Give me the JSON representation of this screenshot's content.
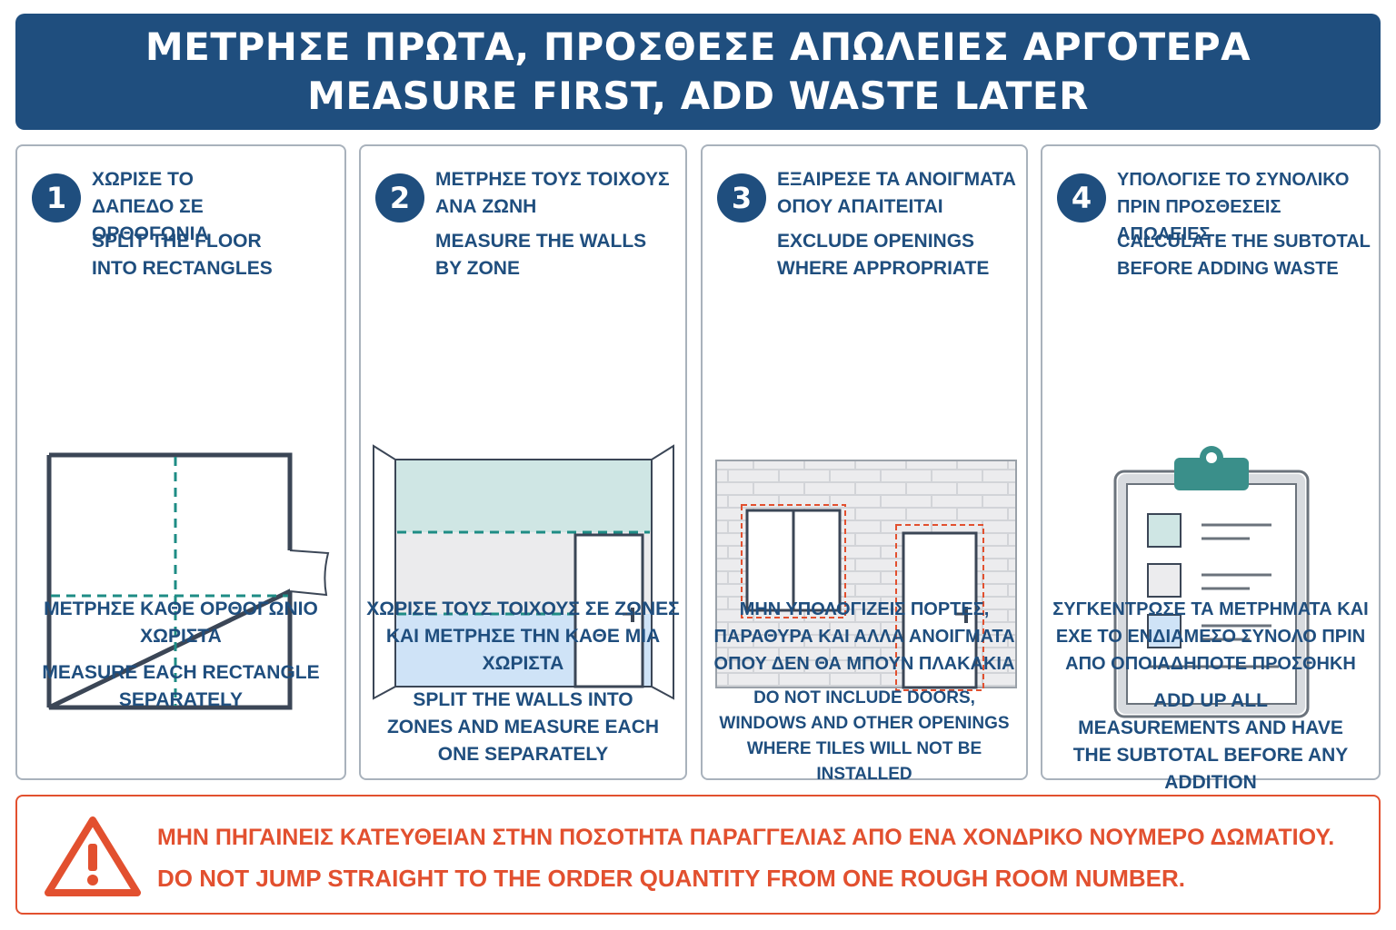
{
  "header": {
    "title_gr": "ΜΕΤΡΗΣΕ ΠΡΩΤΑ, ΠΡΟΣΘΕΣΕ ΑΠΩΛΕΙΕΣ ΑΡΓΟΤΕΡΑ",
    "title_en": "MEASURE FIRST, ADD WASTE LATER"
  },
  "steps": [
    {
      "number": "1",
      "title_gr": "ΧΩΡΙΣΕ ΤΟ ΔΑΠΕΔΟ ΣΕ ΟΡΘΟΓΩΝΙΑ",
      "title_en": "SPLIT THE FLOOR INTO RECTANGLES",
      "desc_gr": "ΜΕΤΡΗΣΕ ΚΑΘΕ ΟΡΘΟΓΩΝΙΟ ΧΩΡΙΣΤΑ",
      "desc_en": "MEASURE EACH RECTANGLE SEPARATELY"
    },
    {
      "number": "2",
      "title_gr": "ΜΕΤΡΗΣΕ ΤΟΥΣ ΤΟΙΧΟΥΣ ΑΝΑ ΖΩΝΗ",
      "title_en": "MEASURE THE WALLS BY ZONE",
      "desc_gr": "ΧΩΡΙΣΕ ΤΟΥΣ ΤΟΙΧΟΥΣ ΣΕ ΖΩΝΕΣ ΚΑΙ ΜΕΤΡΗΣΕ ΤΗΝ ΚΑΘΕ ΜΙΑ ΧΩΡΙΣΤΑ",
      "desc_en": "SPLIT THE WALLS INTO ZONES AND MEASURE EACH ONE SEPARATELY"
    },
    {
      "number": "3",
      "title_gr": "ΕΞΑΙΡΕΣΕ ΤΑ ΑΝΟΙΓΜΑΤΑ ΟΠΟΥ ΑΠΑΙΤΕΙΤΑΙ",
      "title_en": "EXCLUDE OPENINGS WHERE APPROPRIATE",
      "desc_gr": "ΜΗΝ ΥΠΟΛΟΓΙΖΕΙΣ ΠΟΡΤΕΣ, ΠΑΡΑΘΥΡΑ ΚΑΙ ΑΛΛΑ ΑΝΟΙΓΜΑΤΑ ΟΠΟΥ ΔΕΝ ΘΑ ΜΠΟΥΝ ΠΛΑΚΑΚΙΑ",
      "desc_en": "DO NOT INCLUDE DOORS, WINDOWS AND OTHER OPENINGS WHERE TILES WILL NOT BE INSTALLED"
    },
    {
      "number": "4",
      "title_gr": "ΥΠΟΛΟΓΙΣΕ ΤΟ ΣΥΝΟΛΙΚΟ ΠΡΙΝ ΠΡΟΣΘΕΣΕΙΣ ΑΠΩΛΕΙΕΣ",
      "title_en": "CALCULATE THE SUBTOTAL BEFORE ADDING WASTE",
      "desc_gr": "ΣΥΓΚΕΝΤΡΩΣΕ ΤΑ ΜΕΤΡΗΜΑΤΑ ΚΑΙ ΕΧΕ ΤΟ ΕΝΔΙΑΜΕΣΟ ΣΥΝΟΛΟ ΠΡΙΝ ΑΠΟ ΟΠΟΙΑΔΗΠΟΤΕ ΠΡΟΣΘΗΚΗ",
      "desc_en": "ADD UP ALL MEASUREMENTS AND HAVE THE SUBTOTAL BEFORE ANY ADDITION"
    }
  ],
  "warning": {
    "text_gr": "ΜΗΝ ΠΗΓΑΙΝΕΙΣ ΚΑΤΕΥΘΕΙΑΝ ΣΤΗΝ ΠΟΣΟΤΗΤΑ ΠΑΡΑΓΓΕΛΙΑΣ ΑΠΟ ΕΝΑ ΧΟΝΔΡΙΚΟ ΝΟΥΜΕΡΟ ΔΩΜΑΤΙΟΥ.",
    "text_en": "DO NOT JUMP STRAIGHT TO THE ORDER QUANTITY FROM ONE ROUGH ROOM NUMBER.",
    "icon": "warning-triangle-icon"
  },
  "colors": {
    "primary": "#1f4e7e",
    "accent_teal": "#1e8c85",
    "warning": "#e2502f",
    "zone_teal": "#cfe6e4",
    "zone_blue": "#cfe3f7"
  }
}
